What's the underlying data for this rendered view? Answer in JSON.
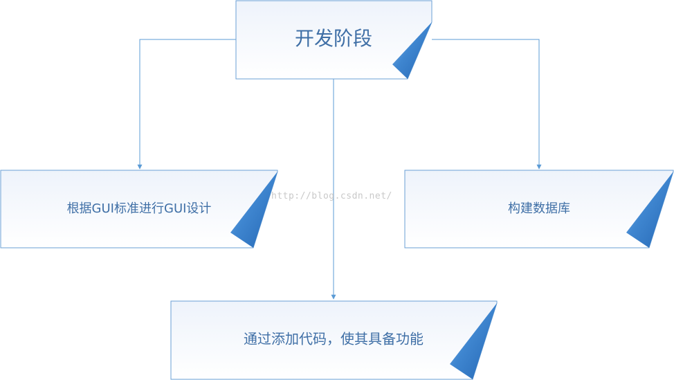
{
  "diagram": {
    "root": {
      "label": "开发阶段"
    },
    "children": [
      {
        "label": "根据GUI标准进行GUI设计"
      },
      {
        "label": "构建数据库"
      },
      {
        "label": "通过添加代码，使其具备功能"
      }
    ]
  },
  "watermark": {
    "text": "http://blog.csdn.net/"
  },
  "colors": {
    "border": "#6a9fd4",
    "connector": "#5b9bd5",
    "fold_dark": "#2d72bf",
    "fold_light": "#8ab9e8",
    "text": "#3f6fa6"
  }
}
